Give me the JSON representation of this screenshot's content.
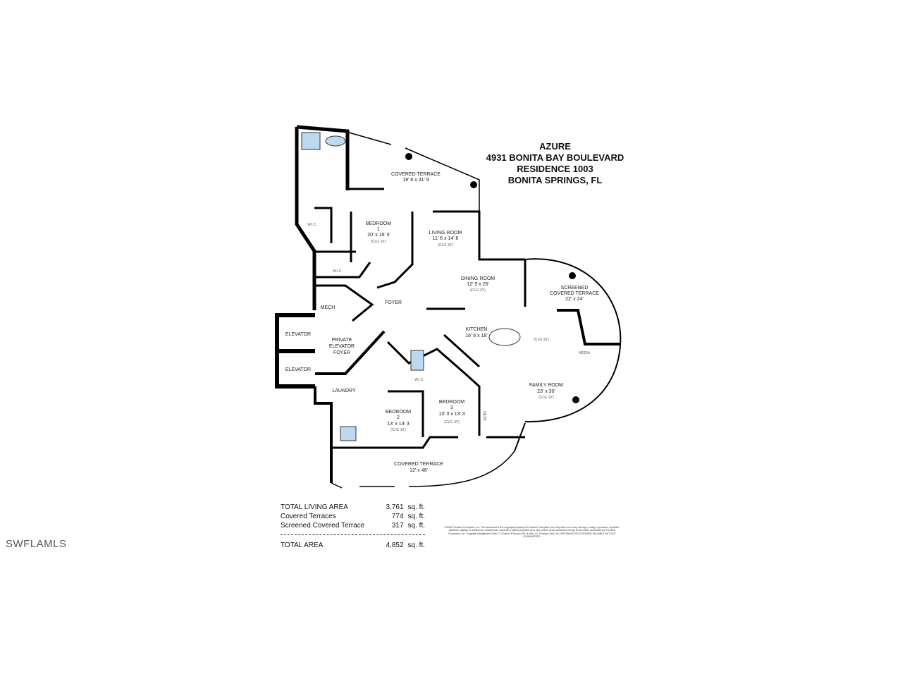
{
  "title": {
    "line1": "AZURE",
    "line2": "4931 BONITA BAY BOULEVARD",
    "line3": "RESIDENCE 1003",
    "line4": "BONITA SPRINGS, FL"
  },
  "rooms": {
    "covered_terrace_top": {
      "name": "COVERED TERRACE",
      "size": "19' 6 x 31' 9"
    },
    "bedroom1": {
      "name": "BEDROOM",
      "num": "1",
      "size": "20' x 16' 6",
      "clg": "(CLG 10')"
    },
    "living": {
      "name": "LIVING ROOM",
      "size": "11' 6 x 14' 6",
      "clg": "(CLG 10')"
    },
    "dining": {
      "name": "DINING ROOM",
      "size": "12' 9 x 26'",
      "clg": "(CLG 10')"
    },
    "foyer": {
      "name": "FOYER"
    },
    "mech": {
      "name": "MECH"
    },
    "elevator1": {
      "name": "ELEVATOR"
    },
    "elevator2": {
      "name": "ELEVATOR"
    },
    "private_foyer": {
      "l1": "PRIVATE",
      "l2": "ELEVATOR",
      "l3": "FOYER"
    },
    "laundry": {
      "name": "LAUNDRY"
    },
    "kitchen": {
      "name": "KITCHEN",
      "size": "16' 6 x 18'"
    },
    "kitchen_clg": "(CLG 10')",
    "screened": {
      "l1": "SCREENED",
      "l2": "COVERED TERRACE",
      "size": "22' x 24'"
    },
    "family": {
      "name": "FAMILY ROOM",
      "size": "23' x 30'",
      "clg": "(CLG 10')"
    },
    "bedroom2": {
      "name": "BEDROOM",
      "num": "2",
      "size": "13' x 13' 3",
      "clg": "(CLG 10')"
    },
    "bedroom3": {
      "name": "BEDROOM",
      "num": "3",
      "size": "13' 3 x 13' 3",
      "clg": "(CLG 10')"
    },
    "covered_terrace_bottom": {
      "name": "COVERED TERRACE",
      "size": "12' x 46'"
    },
    "wic": "W.I.C.",
    "media": "MEDIA",
    "desk": "DESK"
  },
  "totals": {
    "rows": [
      {
        "label": "TOTAL LIVING AREA",
        "value": "3,761",
        "unit": "sq. ft."
      },
      {
        "label": "Covered Terraces",
        "value": "774",
        "unit": "sq. ft."
      },
      {
        "label": "Screened Covered Terrace",
        "value": "317",
        "unit": "sq. ft."
      }
    ],
    "total": {
      "label": "TOTAL AREA",
      "value": "4,852",
      "unit": "sq. ft."
    }
  },
  "copyright": "©2025 Precision Floorplans, Inc. This document is the copyright property of Precision Floorplans, Inc. Any other user may not copy, modify, reproduce, republish, distribute, display, or transmit for commercial, nonprofit or public purposes all or any portion of this document except to the extent authorized by Precision Floorplans, Inc. Copyright infringement (Title 17 Chapter 5 Section 501) in the U.S. Federal Court. ALL INFORMATION IS DEEMED RELIABLE BUT NOT GUARANTEED.",
  "watermark": "SWFLAMLS",
  "colors": {
    "wall": "#000000",
    "fixture": "#bcd9ef"
  }
}
